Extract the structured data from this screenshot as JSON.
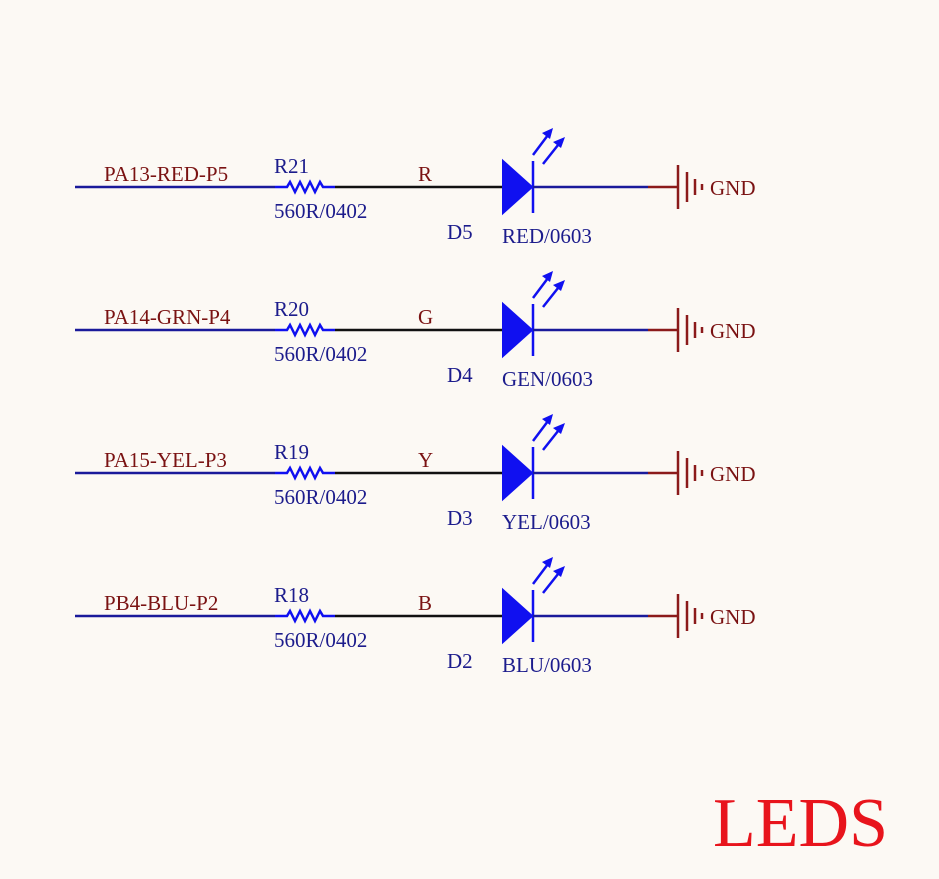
{
  "title": "LEDS",
  "channels": [
    {
      "net": "PA13-RED-P5",
      "resistor": "R21",
      "resistor_value": "560R/0402",
      "node": "R",
      "diode": "D5",
      "diode_value": "RED/0603",
      "ground": "GND"
    },
    {
      "net": "PA14-GRN-P4",
      "resistor": "R20",
      "resistor_value": "560R/0402",
      "node": "G",
      "diode": "D4",
      "diode_value": "GEN/0603",
      "ground": "GND"
    },
    {
      "net": "PA15-YEL-P3",
      "resistor": "R19",
      "resistor_value": "560R/0402",
      "node": "Y",
      "diode": "D3",
      "diode_value": "YEL/0603",
      "ground": "GND"
    },
    {
      "net": "PB4-BLU-P2",
      "resistor": "R18",
      "resistor_value": "560R/0402",
      "node": "B",
      "diode": "D2",
      "diode_value": "BLU/0603",
      "ground": "GND"
    }
  ],
  "colors": {
    "wire": "#1a1a9a",
    "symbol": "#1010f0",
    "node_wire": "#111111",
    "ground_symbol": "#8b1a1a",
    "net_label": "#7a1212",
    "title": "#e8141c",
    "background": "#fcf9f4"
  }
}
